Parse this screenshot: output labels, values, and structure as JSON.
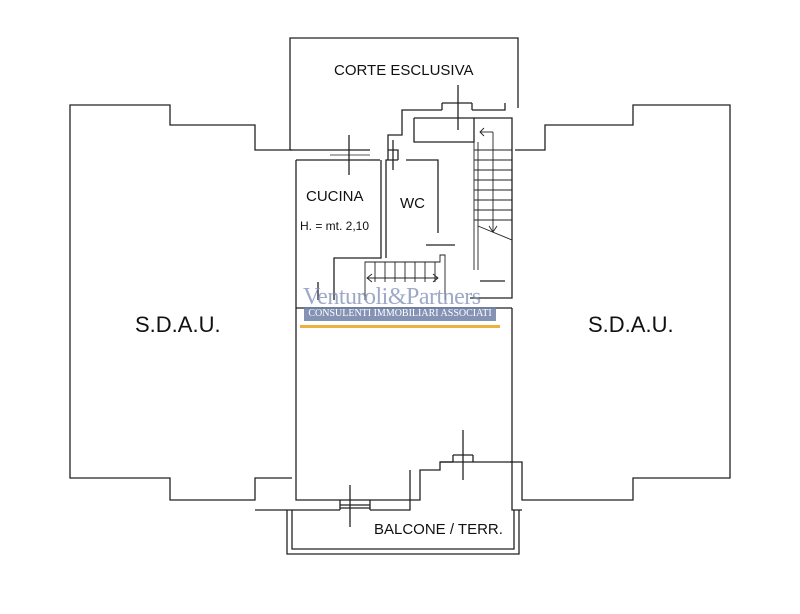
{
  "rooms": {
    "corte": "CORTE ESCLUSIVA",
    "cucina": "CUCINA",
    "cucina_height": "H. = mt. 2,10",
    "wc": "WC",
    "sdau_left": "S.D.A.U.",
    "sdau_right": "S.D.A.U.",
    "balcone": "BALCONE / TERR."
  },
  "watermark": {
    "brand": "Venturoli&Partners",
    "tagline": "CONSULENTI IMMOBILIARI ASSOCIATI"
  },
  "colors": {
    "line": "#222222",
    "watermark": "#6f80a8",
    "accent": "#f0b040"
  }
}
